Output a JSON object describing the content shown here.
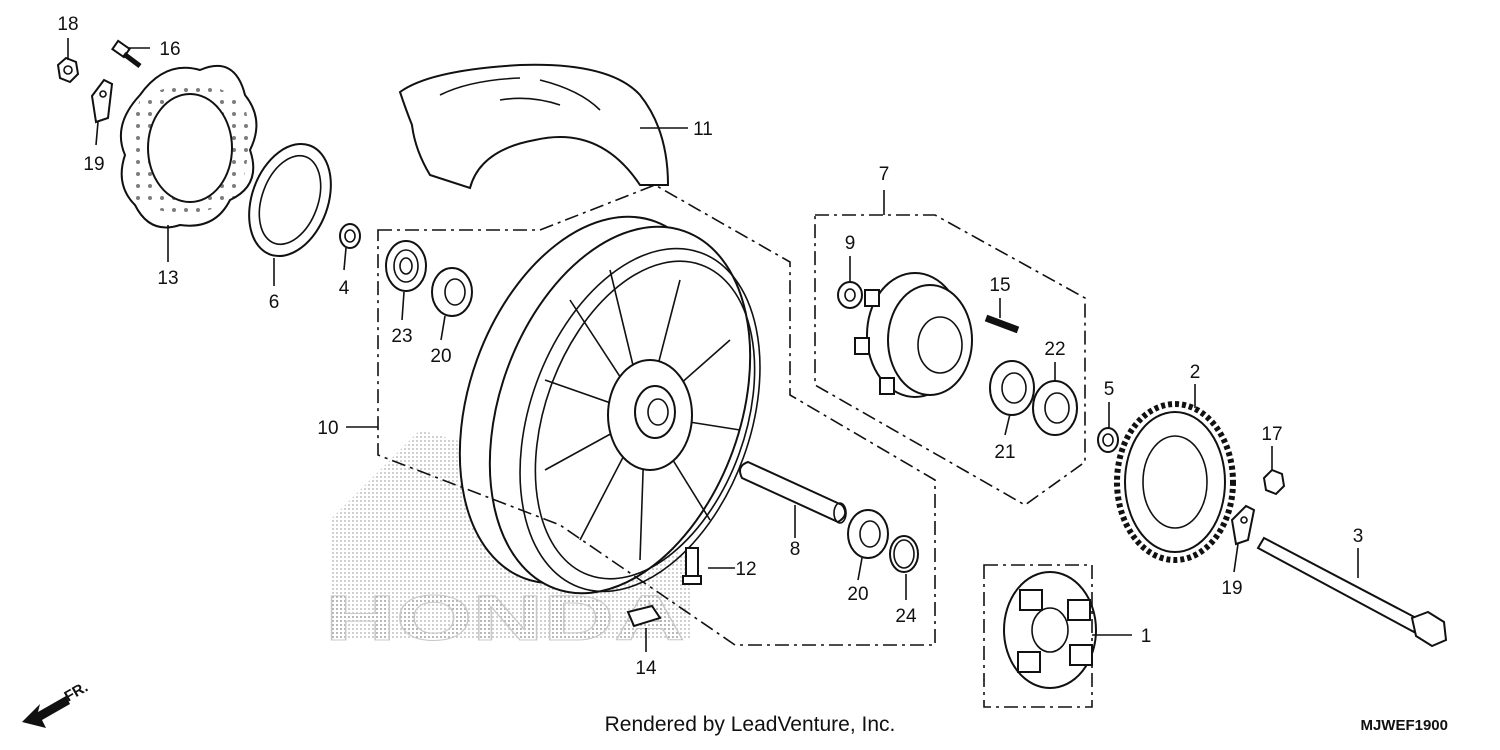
{
  "diagram": {
    "callouts": [
      {
        "id": "c18",
        "label": "18"
      },
      {
        "id": "c16",
        "label": "16"
      },
      {
        "id": "c19a",
        "label": "19"
      },
      {
        "id": "c13",
        "label": "13"
      },
      {
        "id": "c6",
        "label": "6"
      },
      {
        "id": "c4",
        "label": "4"
      },
      {
        "id": "c11",
        "label": "11"
      },
      {
        "id": "c23",
        "label": "23"
      },
      {
        "id": "c20a",
        "label": "20"
      },
      {
        "id": "c10",
        "label": "10"
      },
      {
        "id": "c7",
        "label": "7"
      },
      {
        "id": "c9",
        "label": "9"
      },
      {
        "id": "c15",
        "label": "15"
      },
      {
        "id": "c22",
        "label": "22"
      },
      {
        "id": "c21",
        "label": "21"
      },
      {
        "id": "c5",
        "label": "5"
      },
      {
        "id": "c2",
        "label": "2"
      },
      {
        "id": "c17",
        "label": "17"
      },
      {
        "id": "c3",
        "label": "3"
      },
      {
        "id": "c19b",
        "label": "19"
      },
      {
        "id": "c8",
        "label": "8"
      },
      {
        "id": "c12",
        "label": "12"
      },
      {
        "id": "c20b",
        "label": "20"
      },
      {
        "id": "c24",
        "label": "24"
      },
      {
        "id": "c14",
        "label": "14"
      },
      {
        "id": "c1",
        "label": "1"
      }
    ],
    "watermark": "HONDA",
    "direction_label": "FR.",
    "footer": "Rendered by LeadVenture, Inc.",
    "diagram_code": "MJWEF1900"
  }
}
